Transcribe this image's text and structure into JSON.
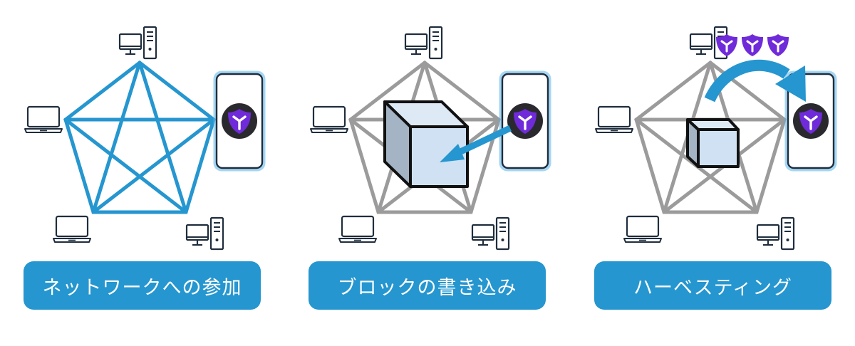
{
  "steps": [
    {
      "label": "ネットワークへの参加"
    },
    {
      "label": "ブロックの書き込み"
    },
    {
      "label": "ハーベスティング"
    }
  ],
  "colors": {
    "active_network": "#2596cf",
    "inactive_network": "#9b9b9b",
    "label_background": "#2596cf",
    "label_text": "#ffffff",
    "arrow": "#2596cf",
    "cube_fill": "#cfe1f2",
    "cube_side": "#a4b4c4",
    "phone_glow": "#5bb6ea",
    "logo_purple": "#6f2bd9",
    "logo_dark": "#2a2a2e"
  },
  "icons": [
    "desktop-computer-icon",
    "laptop-icon",
    "smartphone-icon",
    "symbol-logo-icon",
    "block-cube-icon",
    "arrow-icon"
  ]
}
